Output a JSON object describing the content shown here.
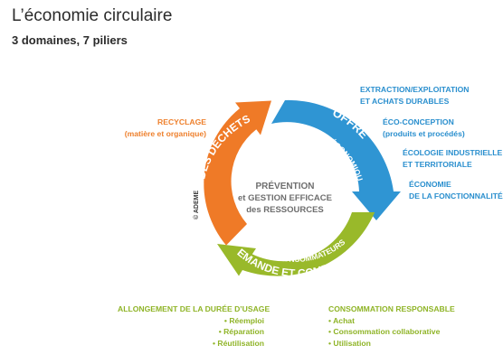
{
  "title": "L’économie circulaire",
  "subtitle": "3 domaines, 7 piliers",
  "colors": {
    "blue": "#2a8fce",
    "orange": "#ee7f2b",
    "green": "#99b92a",
    "text_dark": "#3a3a3a"
  },
  "center": {
    "line1": "PRÉVENTION",
    "line2": "et GESTION EFFICACE",
    "line3": "des RESSOURCES"
  },
  "copyright": "© ADEME",
  "arcs": {
    "offre": {
      "main": "OFFRE",
      "sub": "des ACTEURS ÉCONOMIQUES"
    },
    "demande": {
      "main": "DEMANDE ET COMPORTEMENT",
      "sub": "des CONSOMMATEURS"
    },
    "gestion": {
      "main": "GESTION DES DÉCHETS"
    }
  },
  "labels": {
    "extraction": [
      "EXTRACTION/EXPLOITATION",
      "ET ACHATS DURABLES"
    ],
    "eco_conception": [
      "ÉCO-CONCEPTION",
      "(produits et procédés)"
    ],
    "ecologie": [
      "ÉCOLOGIE INDUSTRIELLE",
      "ET TERRITORIALE"
    ],
    "economie": [
      "ÉCONOMIE",
      "DE LA FONCTIONNALITÉ"
    ],
    "recyclage": [
      "RECYCLAGE",
      "(matière et organique)"
    ],
    "allongement": {
      "title": "ALLONGEMENT DE LA DURÉE D’USAGE",
      "items": [
        "• Réemploi",
        "• Réparation",
        "• Réutilisation"
      ]
    },
    "consommation": {
      "title": "CONSOMMATION RESPONSABLE",
      "items": [
        "• Achat",
        "• Consommation collaborative",
        "• Utilisation"
      ]
    }
  }
}
